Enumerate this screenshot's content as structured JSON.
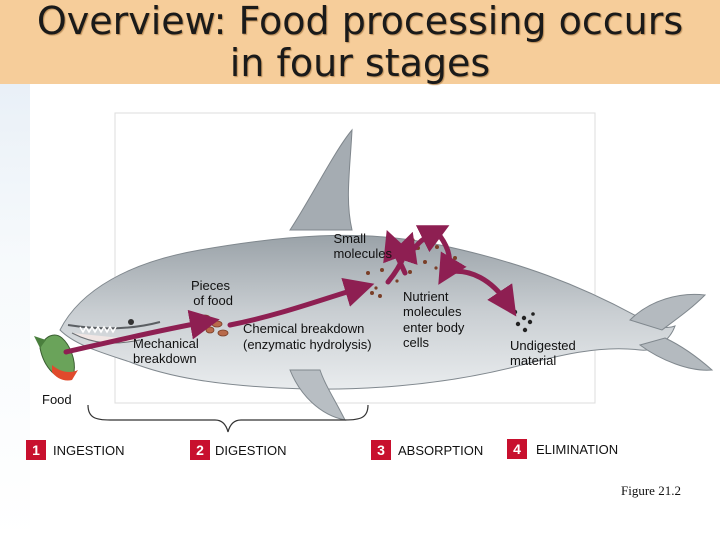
{
  "slide": {
    "title_line1": "Overview: Food processing occurs",
    "title_line2": "in four stages",
    "figure_caption": "Figure 21.2"
  },
  "labels": {
    "small_molecules_1": "Small",
    "small_molecules_2": "molecules",
    "pieces_1": "Pieces",
    "pieces_2": "of food",
    "mechanical_1": "Mechanical",
    "mechanical_2": "breakdown",
    "chemical_1": "Chemical breakdown",
    "chemical_2": "(enzymatic hydrolysis)",
    "nutrient_1": "Nutrient",
    "nutrient_2": "molecules",
    "nutrient_3": "enter body",
    "nutrient_4": "cells",
    "undigested_1": "Undigested",
    "undigested_2": "material",
    "food": "Food"
  },
  "stages": [
    {
      "number": "1",
      "label": "INGESTION"
    },
    {
      "number": "2",
      "label": "DIGESTION"
    },
    {
      "number": "3",
      "label": "ABSORPTION"
    },
    {
      "number": "4",
      "label": "ELIMINATION"
    }
  ],
  "colors": {
    "title_band": "#f6cd9a",
    "arrow": "#8e1f52",
    "step_badge": "#c8102e",
    "whale_dark": "#8a9299",
    "whale_light": "#d3d8dc"
  }
}
